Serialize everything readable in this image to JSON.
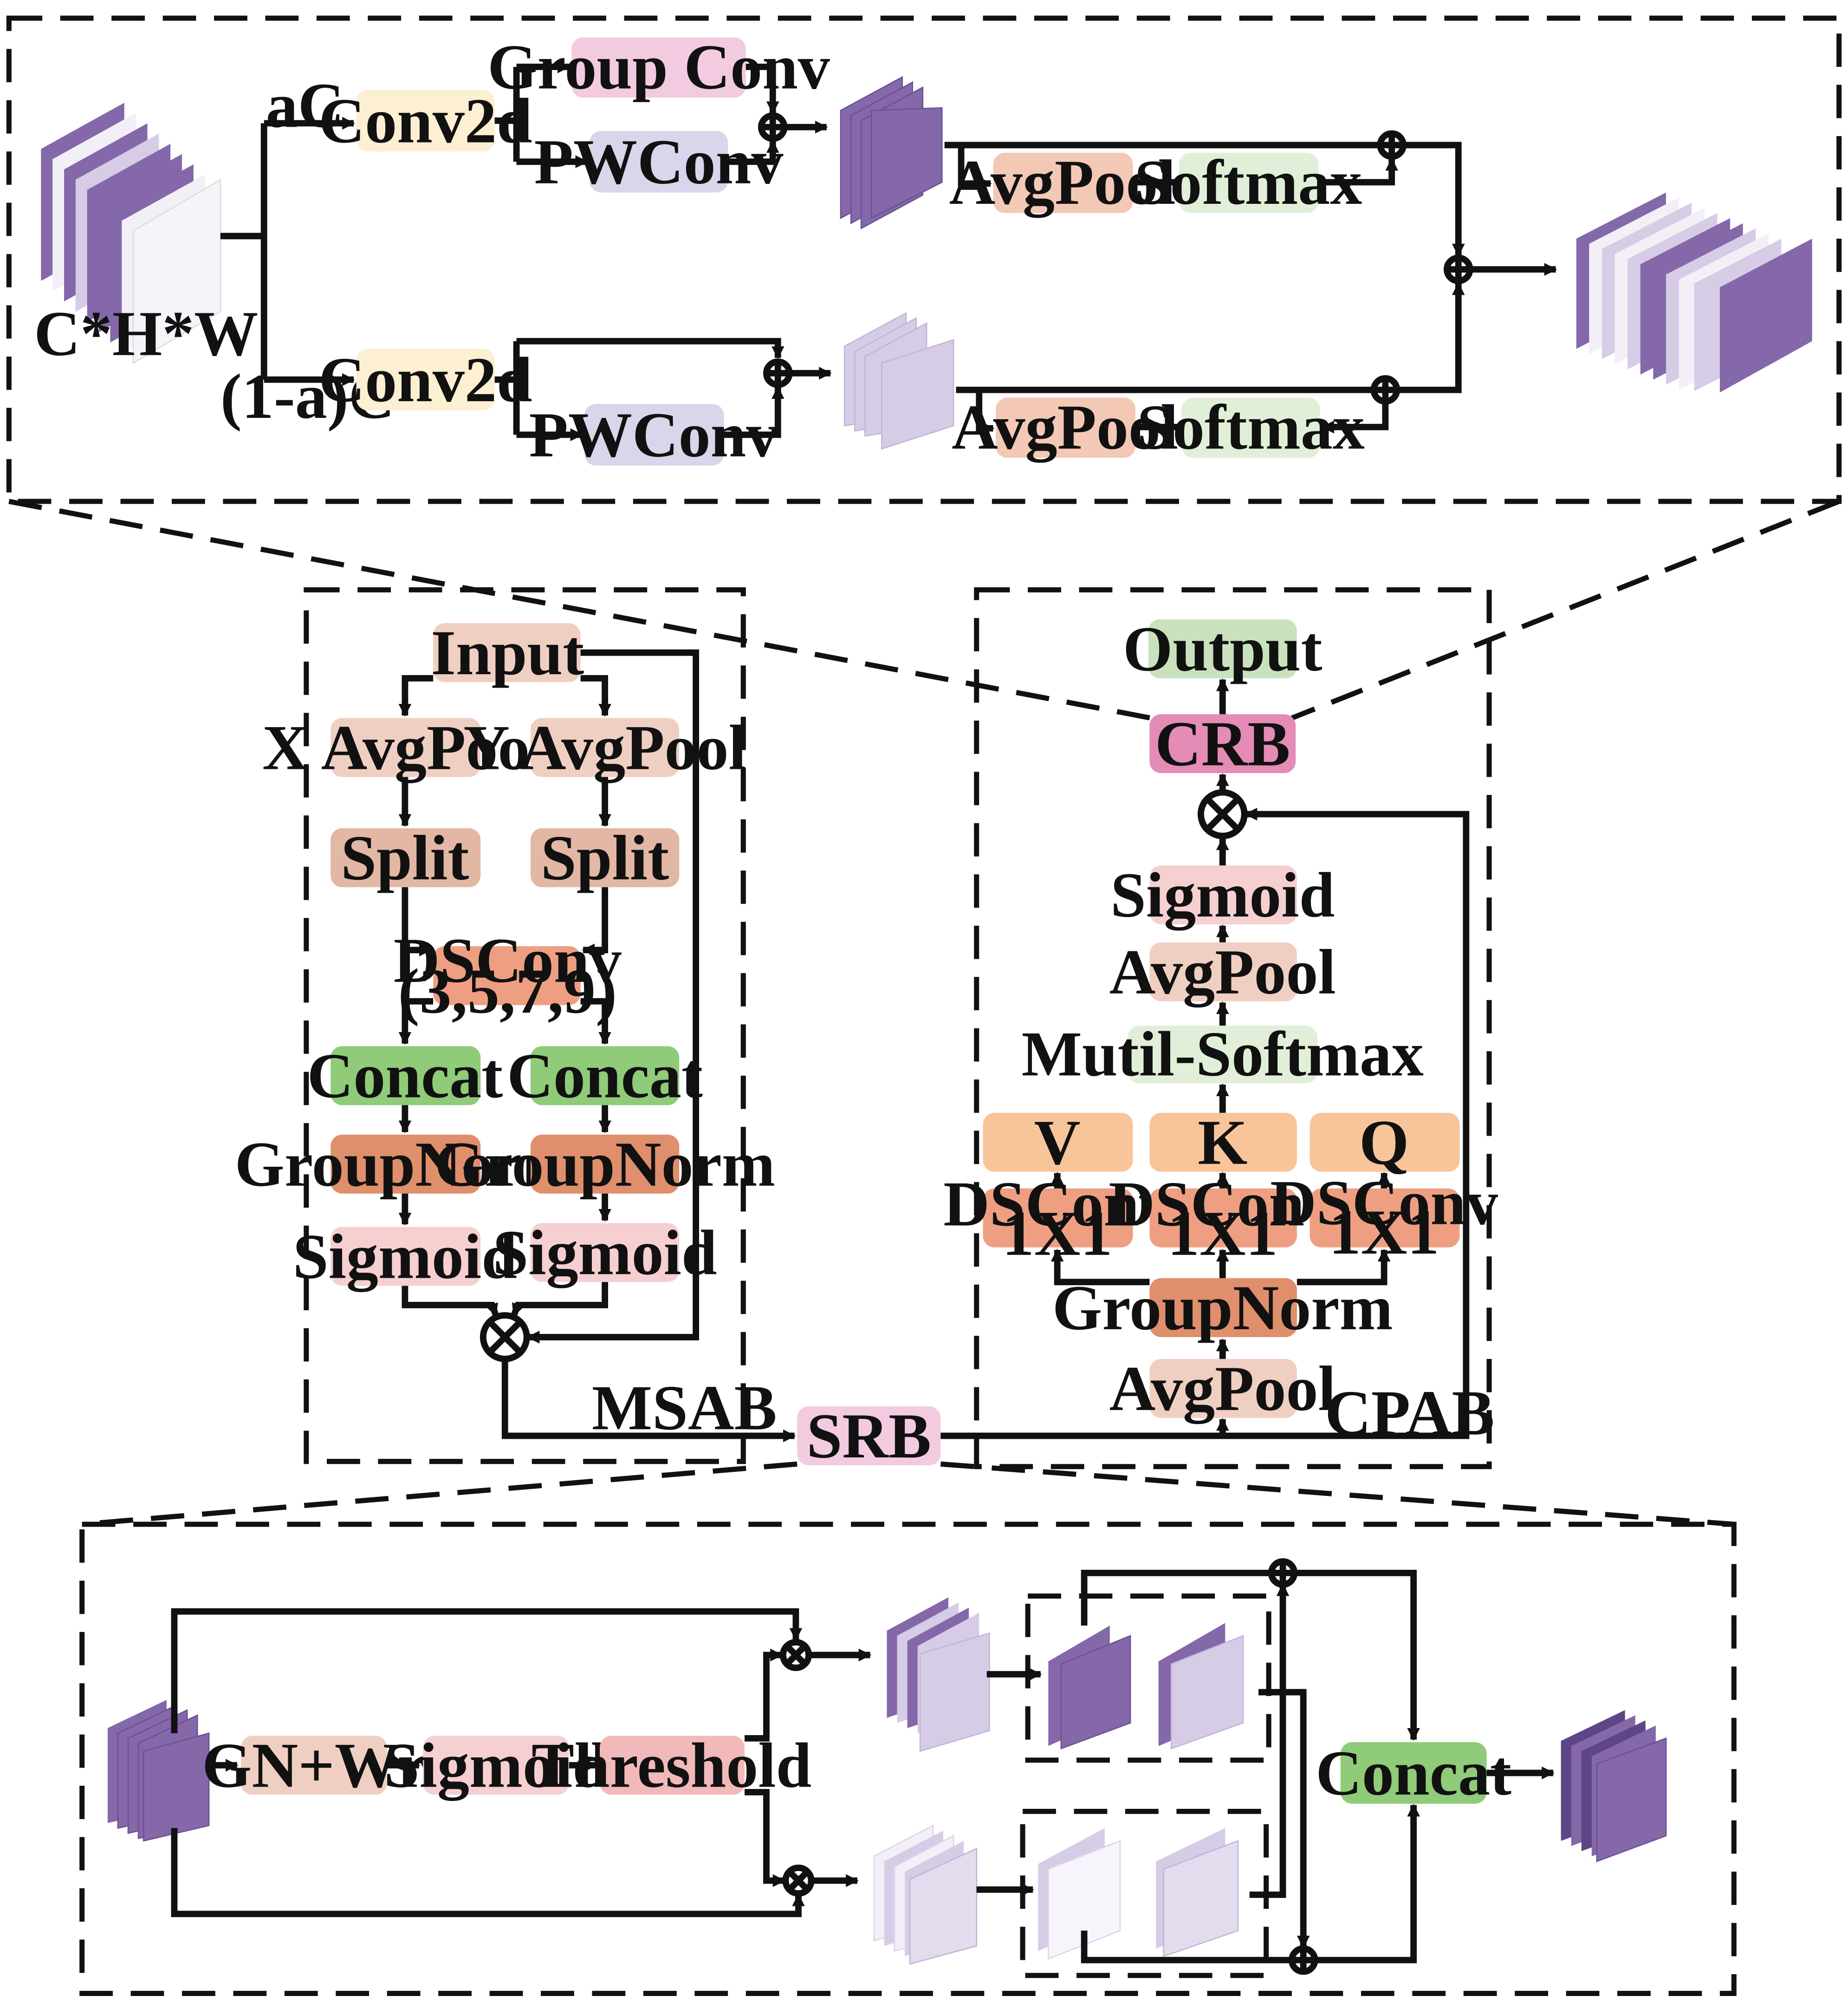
{
  "colors": {
    "cream": "#fcefd2",
    "pink": "#f2cbe0",
    "lavender": "#d9d5ea",
    "peach": "#f3c9b5",
    "mint": "#e1efd8",
    "salmon_light": "#f0cfc3",
    "tan": "#e2b7a3",
    "salmon": "#ee9f82",
    "green": "#8fcb78",
    "terracotta": "#df8f6c",
    "pink_light": "#f6cfd1",
    "pale_green": "#c9e2bd",
    "magenta": "#e48bb6",
    "orange_light": "#f8c59a",
    "coral_pink": "#f2b9bb",
    "purple_dark": "#8468a9",
    "purple_light": "#d6cce6",
    "purple_pale": "#f2eff7"
  },
  "top_panel": {
    "input_label": "C*H*W",
    "branch_a_label": "aC",
    "branch_b_label": "(1-a)C",
    "conv2d_a": "Conv2d",
    "group_conv": "Group Conv",
    "pwconv_a": "PWConv",
    "avgpool_a": "AvgPool",
    "softmax_a": "Softmax",
    "conv2d_b": "Conv2d",
    "pwconv_b": "PWConv",
    "avgpool_b": "AvgPool",
    "softmax_b": "Softmax"
  },
  "msab": {
    "title": "MSAB",
    "input": "Input",
    "x_avgpool": "X AvgPool",
    "y_avgpool": "Y AvgPool",
    "split_left": "Split",
    "split_right": "Split",
    "dsconv_line1": "DSConv",
    "dsconv_line2": "(3,5,7,9)",
    "concat_left": "Concat",
    "concat_right": "Concat",
    "groupnorm_left": "GroupNorm",
    "groupnorm_right": "GroupNorm",
    "sigmoid_left": "Sigmoid",
    "sigmoid_right": "Sigmoid"
  },
  "cpab": {
    "title": "CPAB",
    "output": "Output",
    "crb": "CRB",
    "sigmoid": "Sigmoid",
    "avgpool_top": "AvgPool",
    "mutil_softmax": "Mutil-Softmax",
    "v": "V",
    "k": "K",
    "q": "Q",
    "dsconv_v_line1": "DSConv",
    "dsconv_v_line2": "1X1",
    "dsconv_k_line1": "DSConv",
    "dsconv_k_line2": "1X1",
    "dsconv_q_line1": "DSConv",
    "dsconv_q_line2": "1X1",
    "groupnorm": "GroupNorm",
    "avgpool_bottom": "AvgPool"
  },
  "srb_block": "SRB",
  "bottom_panel": {
    "gn_wr": "GN+Wr",
    "sigmoid": "Sigmoid",
    "threshold": "Threshold",
    "concat": "Concat"
  }
}
